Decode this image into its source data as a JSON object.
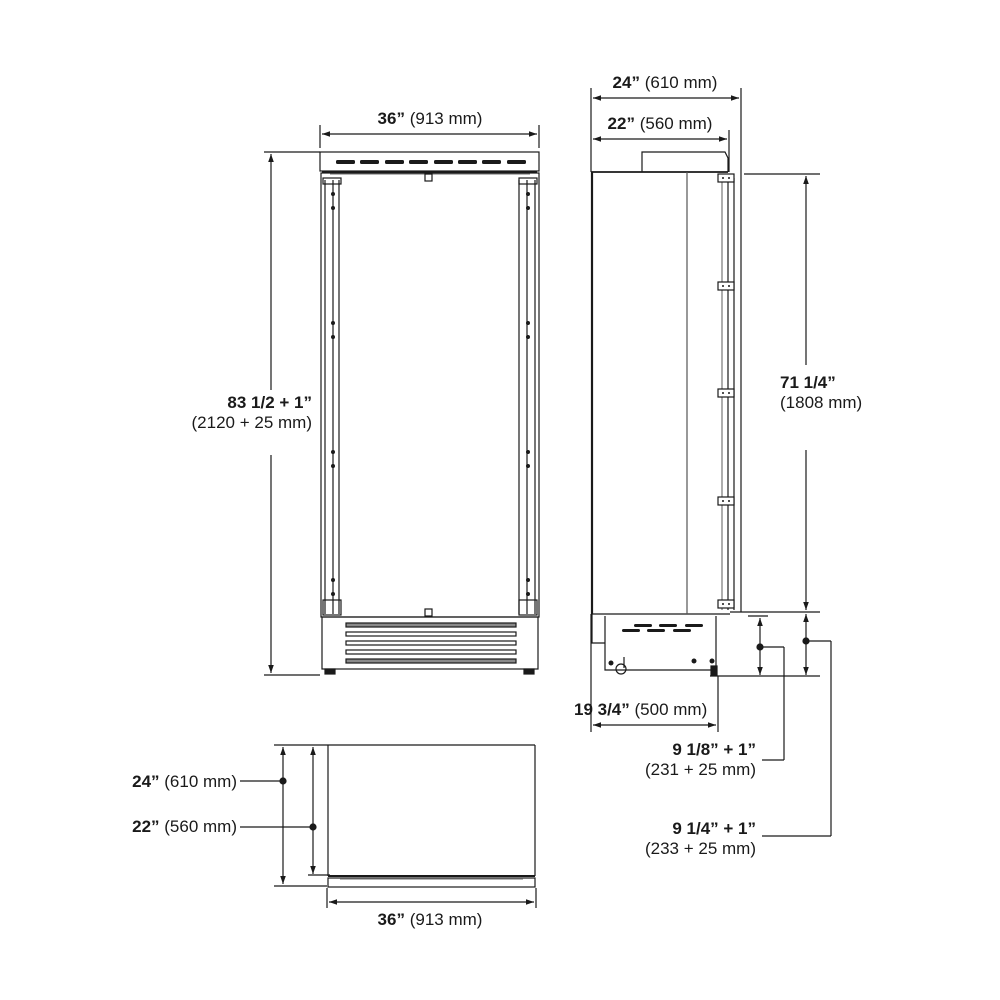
{
  "front_view": {
    "width": {
      "bold": "36”",
      "metric": "(913 mm)"
    },
    "height": {
      "bold": "83 1/2 + 1”",
      "metric": "(2120 + 25 mm)"
    }
  },
  "side_view": {
    "overall_depth": {
      "bold": "24”",
      "metric": "(610 mm)"
    },
    "cabinet_depth": {
      "bold": "22”",
      "metric": "(560 mm)"
    },
    "door_height": {
      "bold": "71 1/4”",
      "metric": "(1808 mm)"
    },
    "base_depth": {
      "bold": "19 3/4”",
      "metric": "(500 mm)"
    },
    "toe_kick_a": {
      "bold": "9 1/8” + 1”",
      "metric": "(231 + 25 mm)"
    },
    "toe_kick_b": {
      "bold": "9 1/4” + 1”",
      "metric": "(233 + 25 mm)"
    }
  },
  "top_view": {
    "depth_overall": {
      "bold": "24”",
      "metric": "(610 mm)"
    },
    "depth_cabinet": {
      "bold": "22”",
      "metric": "(560 mm)"
    },
    "width": {
      "bold": "36”",
      "metric": "(913 mm)"
    }
  },
  "colors": {
    "line": "#1a1a1a",
    "gray": "#8a8a8a",
    "background": "#ffffff"
  }
}
